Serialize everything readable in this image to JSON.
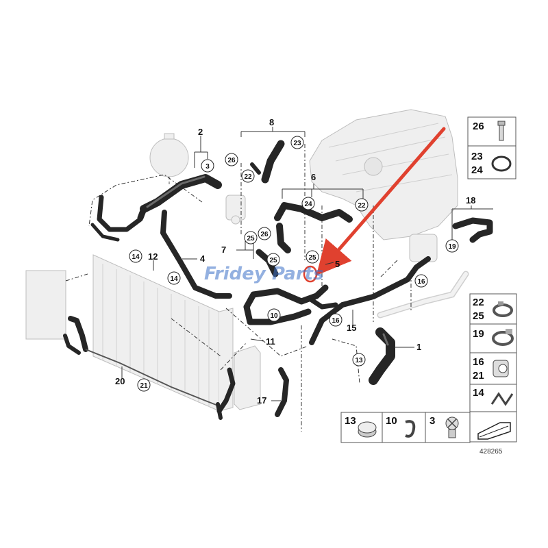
{
  "callouts": {
    "n1": "1",
    "n2": "2",
    "n3": "3",
    "n4": "4",
    "n5": "5",
    "n6": "6",
    "n7": "7",
    "n8": "8",
    "n10": "10",
    "n11": "11",
    "n12": "12",
    "n13": "13",
    "n14": "14",
    "n15": "15",
    "n16": "16",
    "n17": "17",
    "n18": "18",
    "n19": "19",
    "n20": "20",
    "n21": "21",
    "n22": "22",
    "n23": "23",
    "n24": "24",
    "n25": "25",
    "n26": "26"
  },
  "legend": {
    "screw": "26",
    "oring_a": "23",
    "oring_b": "24",
    "clamp_a": "22",
    "clamp_b": "25",
    "clamp19": "19",
    "clip_a": "16",
    "clip_b": "21",
    "clip14": "14",
    "bottom_13": "13",
    "bottom_10": "10",
    "bottom_3": "3"
  },
  "watermark": "Fridey Parts",
  "diagram_ref": "428265",
  "colors": {
    "arrow": "#e0412f",
    "hose": "#262626",
    "watermark": "#3b6fc6"
  }
}
